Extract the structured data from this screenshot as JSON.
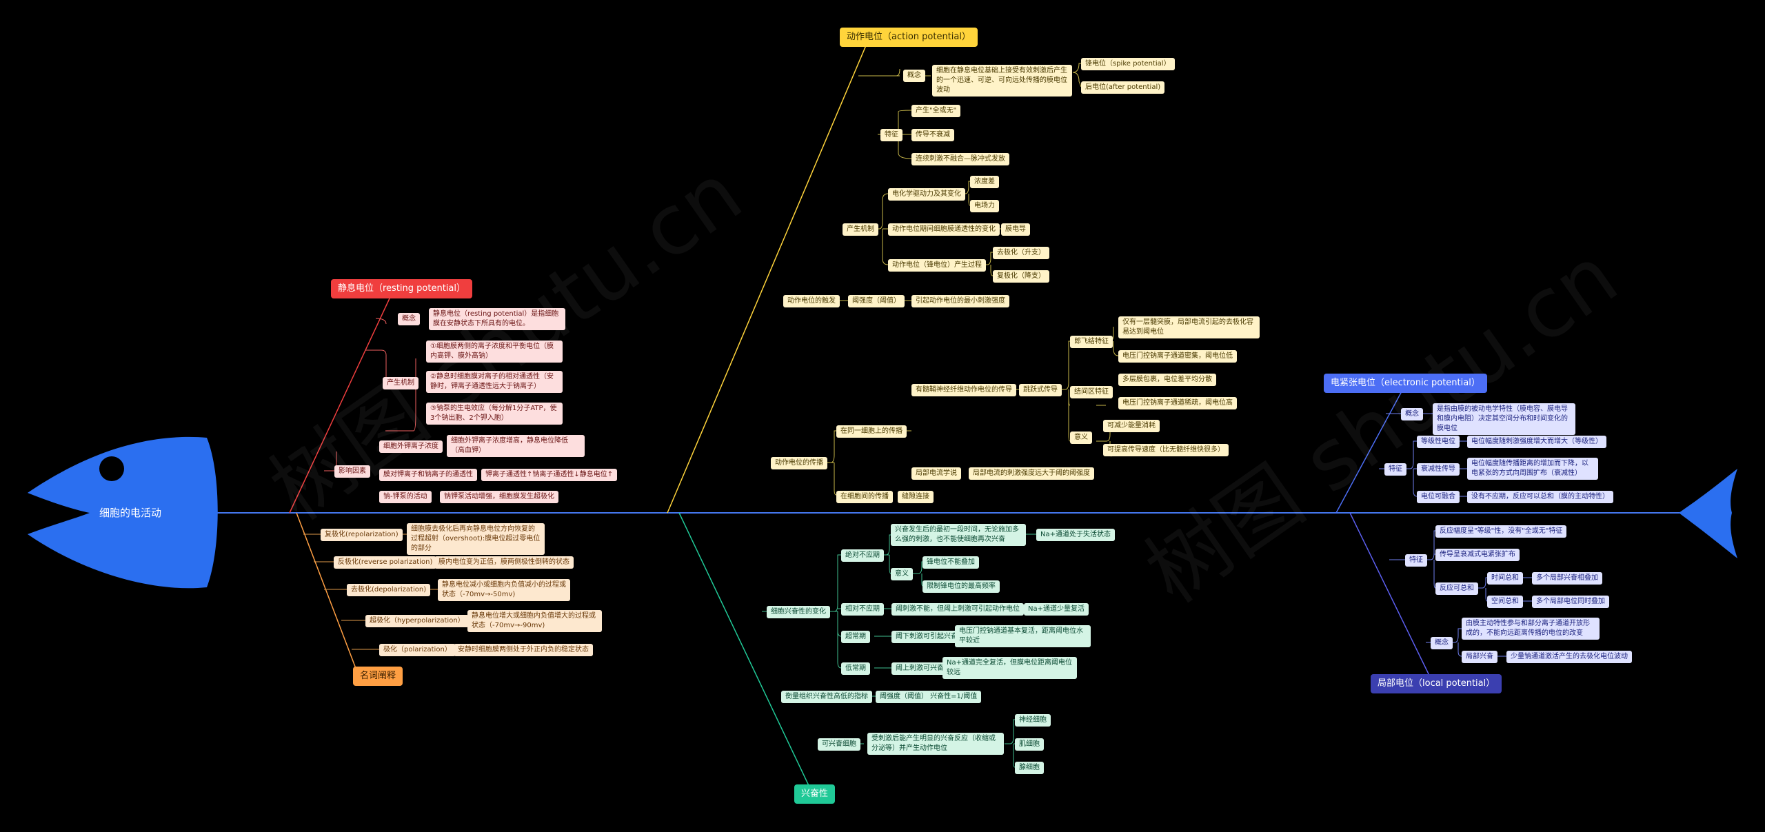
{
  "title": "细胞的电活动",
  "watermark": [
    "树图 shutu.cn",
    "树图 shutu.cn"
  ],
  "colors": {
    "spine": "#4477ee",
    "yellow": "#ffd43b",
    "red": "#f03e3e",
    "orange": "#ff9f43",
    "green": "#20c997",
    "blue": "#4c6ef5",
    "purple": "#3b3fb0"
  },
  "branches": {
    "action_potential": {
      "label": "动作电位（action potential）",
      "concept": "概念",
      "concept_text": "细胞在静息电位基础上接受有效刺激后产生的一个迅速、可逆、可向远处传播的膜电位波动",
      "spike": "锋电位（spike potential）",
      "after": "后电位(after potential)",
      "feature": "特征",
      "feat1": "产生\"全或无\"",
      "feat2": "传导不衰减",
      "feat3": "连续刺激不融合—脉冲式发放",
      "mechanism": "产生机制",
      "mech1": "电化学驱动力及其变化",
      "mech1a": "浓度差",
      "mech1b": "电场力",
      "mech2": "动作电位期间细胞膜通透性的变化",
      "mech2a": "膜电导",
      "mech3": "动作电位（锋电位）产生过程",
      "mech3a": "去极化（升支）",
      "mech3b": "复极化（降支）",
      "trigger": "动作电位的触发",
      "threshold": "阈强度（阈值）",
      "threshold_text": "引起动作电位的最小刺激强度",
      "propagation": "动作电位的传播",
      "same_cell": "在同一细胞上的传播",
      "nerve": "有髓鞘神经纤维动作电位的传导",
      "saltatory": "跳跃式传导",
      "ranvier": "郎飞结特征",
      "ranvier1": "仅有一层髓突膜，局部电流引起的去极化容易达到阈电位",
      "ranvier2": "电压门控钠离子通道密集，阈电位低",
      "internode": "结间区特征",
      "internode1": "多层膜包裹，电位差平均分散",
      "internode2": "电压门控钠离子通道稀疏，阈电位高",
      "meaning": "意义",
      "meaning1": "可减少能量消耗",
      "meaning2": "可提高传导速度（比无髓纤维快很多）",
      "local_current": "局部电流学说",
      "local_current_text": "局部电流的刺激强度远大于阈的阈强度",
      "between_cells": "在细胞间的传播",
      "gap": "缝隙连接"
    },
    "resting": {
      "label": "静息电位（resting potential）",
      "concept": "概念",
      "concept_text": "静息电位（resting potential）是指细胞膜在安静状态下所具有的电位。",
      "mechanism": "产生机制",
      "mech1": "①细胞膜两侧的离子浓度和平衡电位（膜内高钾、膜外高钠）",
      "mech2": "②静息时细胞膜对离子的相对通透性（安静时，钾离子通透性远大于钠离子）",
      "mech3": "③钠泵的生电效应（每分解1分子ATP，使3个钠出胞、2个钾入胞）",
      "factors": "影响因素",
      "f1": "细胞外钾离子浓度",
      "f1t": "细胞外钾离子浓度增高，静息电位降低（高血钾）",
      "f2": "膜对钾离子和钠离子的通透性",
      "f2t": "钾离子通透性↑钠离子通透性↓静息电位↑",
      "f3": "钠-钾泵的活动",
      "f3t": "钠钾泵活动增强，细胞膜发生超极化"
    },
    "terms": {
      "label": "名词阐释",
      "t1": "复极化(repolarization)",
      "t1t": "细胞膜去极化后再向静息电位方向恢复的过程超射（overshoot):膜电位超过零电位的部分",
      "t2": "反极化(reverse polarization)",
      "t2t": "膜内电位变为正值，膜两侧极性倒转的状态",
      "t3": "去极化(depolarization)",
      "t3t": "静息电位减小或细胞内负值减小的过程或状态（-70mv→-50mv)",
      "t4": "超极化（hyperpolarization）",
      "t4t": "静息电位增大或细胞内负值增大的过程或状态（-70mv→-90mv)",
      "t5": "极化（polarization）",
      "t5t": "安静时细胞膜两侧处于外正内负的稳定状态"
    },
    "excitability": {
      "label": "兴奋性",
      "change": "细胞兴奋性的变化",
      "absolute": "绝对不应期",
      "absolute_text": "兴奋发生后的最初一段时间，无论施加多么强的刺激，也不能使细胞再次兴奋",
      "absolute_na": "Na+通道处于失活状态",
      "sig": "意义",
      "sig1": "锋电位不能叠加",
      "sig2": "限制锋电位的最高频率",
      "relative": "相对不应期",
      "relative_text": "阈刺激不能，但阈上刺激可引起动作电位",
      "relative_na": "Na+通道少量复活",
      "supra": "超常期",
      "supra_text": "阈下刺激可引起兴奋",
      "supra_na": "电压门控钠通道基本复活，距离阈电位水平较近",
      "sub": "低常期",
      "sub_text": "阈上刺激可兴奋",
      "sub_na": "Na+通道完全复活，但膜电位距离阈电位较远",
      "measure": "衡量组织兴奋性高低的指标",
      "measure_text": "阈强度（阈值） 兴奋性=1/阈值",
      "excitable": "可兴奋细胞",
      "excitable_text": "受刺激后能产生明显的兴奋反应（收缩或分泌等）并产生动作电位",
      "e1": "神经细胞",
      "e2": "肌细胞",
      "e3": "腺细胞"
    },
    "electrotonic": {
      "label": "电紧张电位（electronic potential）",
      "concept": "概念",
      "concept_text": "是指由膜的被动电学特性（膜电容、膜电导和膜内电阻）决定其空间分布和时间变化的膜电位",
      "feature": "特征",
      "f1": "等级性电位",
      "f1t": "电位幅度随刺激强度增大而增大（等级性）",
      "f2": "衰减性传导",
      "f2t": "电位幅度随传播距离的增加而下降，以电紧张的方式向周围扩布（衰减性）",
      "f3": "电位可融合",
      "f3t": "没有不应期，反应可以总和（膜的主动特性）"
    },
    "local": {
      "label": "局部电位（local potential）",
      "feature": "特征",
      "f1": "反应幅度呈\"等级\"性，没有\"全或无\"特征",
      "f2": "传导呈衰减式电紧张扩布",
      "f3": "反应可总和",
      "f3a": "时间总和",
      "f3at": "多个局部兴奋相叠加",
      "f3b": "空间总和",
      "f3bt": "多个局部电位同时叠加",
      "concept": "概念",
      "c1": "由膜主动特性参与和部分离子通道开放形成的，不能向远距离传播的电位的改变",
      "c2": "局部兴奋",
      "c2t": "少量钠通道激活产生的去极化电位波动"
    }
  }
}
